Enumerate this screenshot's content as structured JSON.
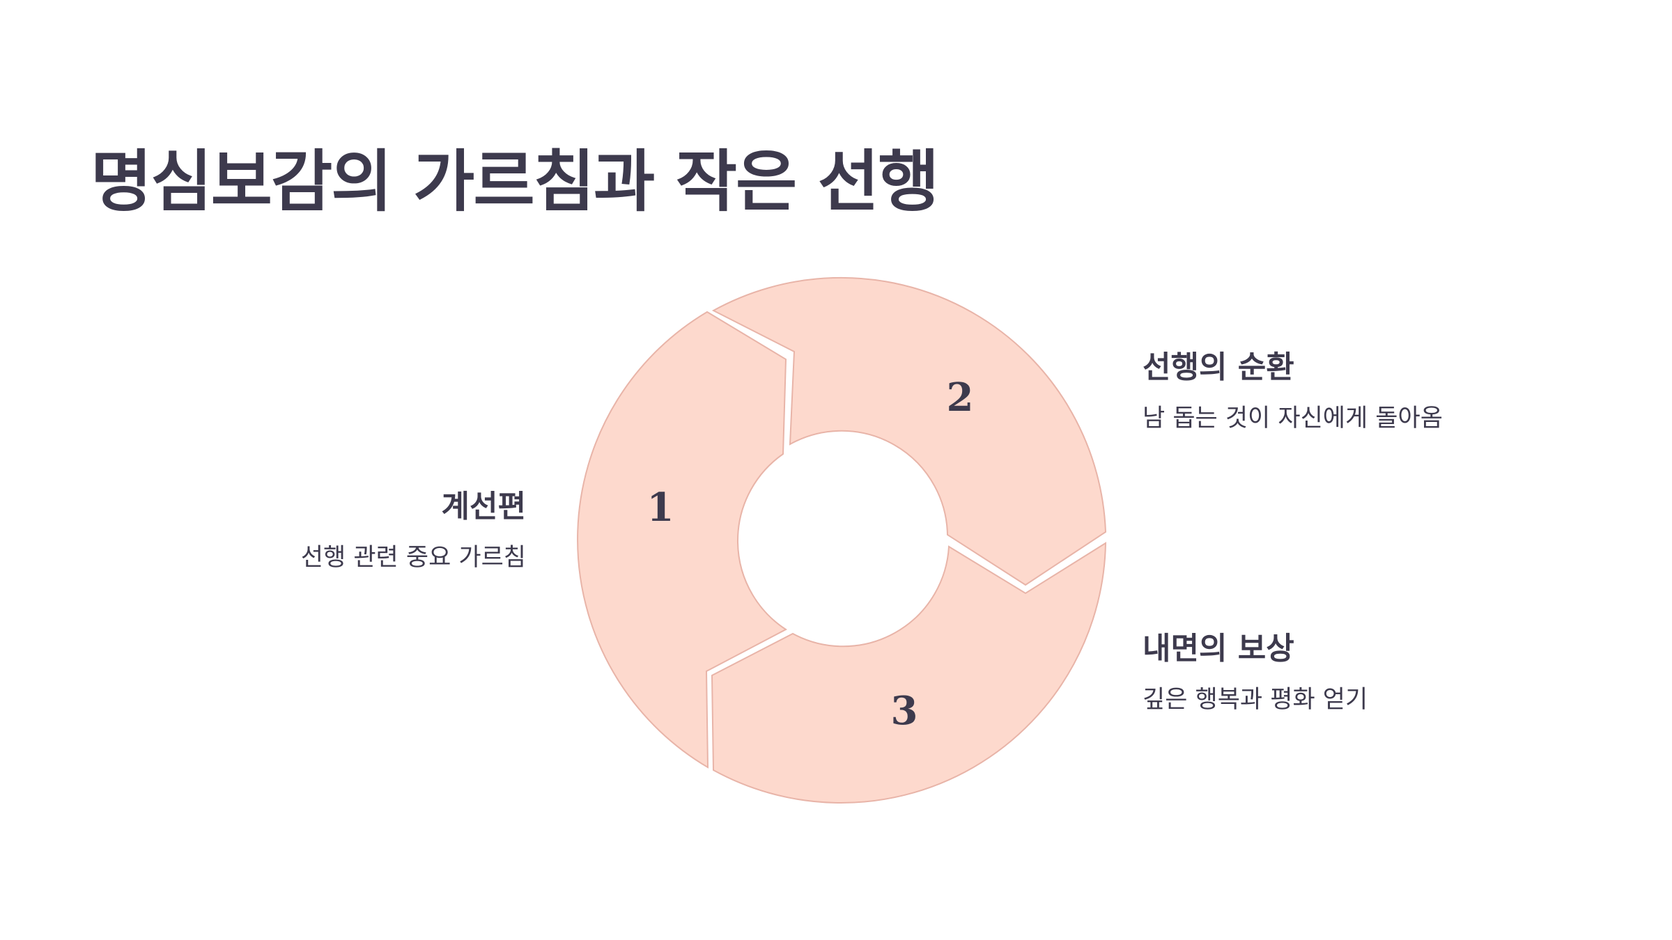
{
  "title": "명심보감의 가르침과 작은 선행",
  "colors": {
    "segment_fill": "#fdd9cd",
    "segment_stroke": "#e8b4a8",
    "text": "#3d3a4d",
    "background": "#ffffff"
  },
  "steps": [
    {
      "number": "1",
      "heading": "계선편",
      "description": "선행 관련 중요 가르침"
    },
    {
      "number": "2",
      "heading": "선행의 순환",
      "description": "남 돕는 것이 자신에게 돌아옴"
    },
    {
      "number": "3",
      "heading": "내면의 보상",
      "description": "깊은 행복과 평화 얻기"
    }
  ]
}
